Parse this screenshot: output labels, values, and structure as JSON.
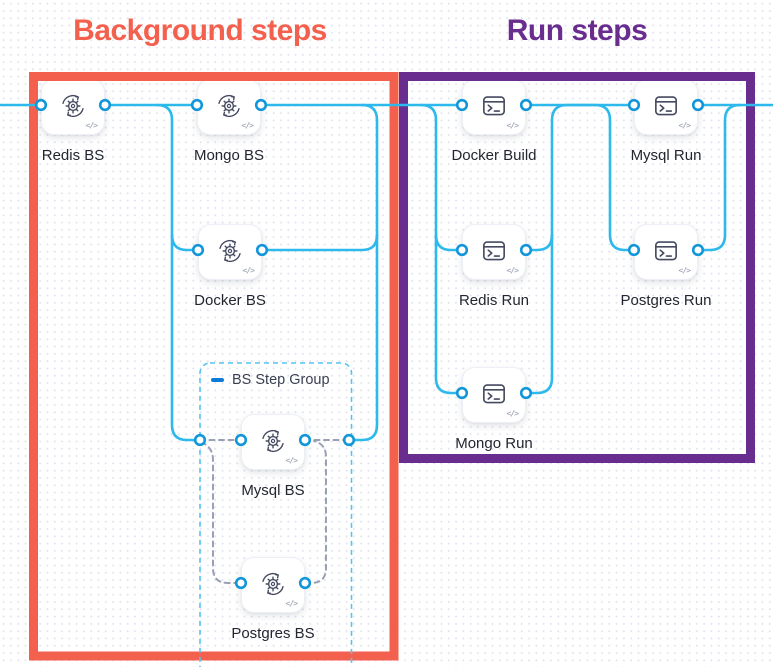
{
  "annotations": {
    "background_steps_title": "Background steps",
    "run_steps_title": "Run steps",
    "background_box_color": "#f4604e",
    "run_box_color": "#692d90"
  },
  "step_group": {
    "label": "BS Step Group"
  },
  "nodes": {
    "redis_bs": {
      "label": "Redis BS",
      "type": "background-step"
    },
    "mongo_bs": {
      "label": "Mongo BS",
      "type": "background-step"
    },
    "docker_bs": {
      "label": "Docker BS",
      "type": "background-step"
    },
    "mysql_bs": {
      "label": "Mysql BS",
      "type": "background-step"
    },
    "postgres_bs": {
      "label": "Postgres BS",
      "type": "background-step"
    },
    "docker_build": {
      "label": "Docker Build",
      "type": "run-step"
    },
    "mysql_run": {
      "label": "Mysql Run",
      "type": "run-step"
    },
    "redis_run": {
      "label": "Redis Run",
      "type": "run-step"
    },
    "postgres_run": {
      "label": "Postgres Run",
      "type": "run-step"
    },
    "mongo_run": {
      "label": "Mongo Run",
      "type": "run-step"
    }
  },
  "glyphs": {
    "code": "</>"
  },
  "colors": {
    "connector": "#2eb9ec",
    "port_ring": "#1197d9",
    "group_dashed_border": "#55c3ee",
    "dashed_connector": "#9aa0b4",
    "grid_dot": "#e2e5ef",
    "icon_stroke": "#454a60"
  }
}
